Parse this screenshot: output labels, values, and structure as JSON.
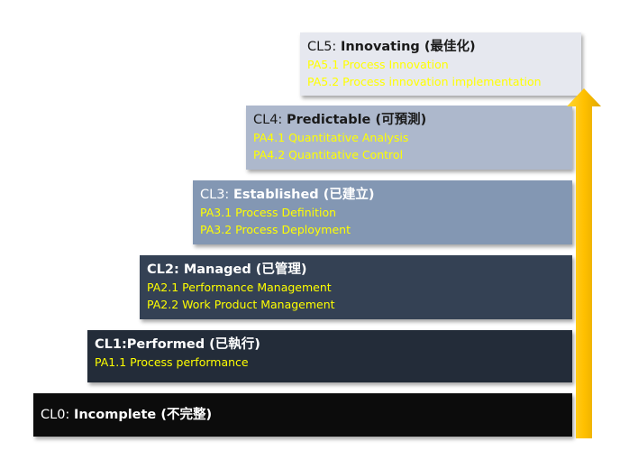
{
  "levels": [
    {
      "code": "CL0: ",
      "name": "Incomplete (不完整)",
      "items": []
    },
    {
      "code": "",
      "name": "CL1:Performed (已執行)",
      "items": [
        "PA1.1 Process performance"
      ]
    },
    {
      "code": "",
      "name": "CL2: Managed (已管理)",
      "items": [
        "PA2.1 Performance Management",
        "PA2.2 Work Product Management"
      ]
    },
    {
      "code": "CL3: ",
      "name": "Established (已建立)",
      "items": [
        "PA3.1 Process Definition",
        "PA3.2 Process Deployment"
      ]
    },
    {
      "code": "CL4: ",
      "name": "Predictable (可預測)",
      "items": [
        "PA4.1 Quantitative Analysis",
        "PA4.2 Quantitative Control"
      ]
    },
    {
      "code": "CL5: ",
      "name": "Innovating (最佳化)",
      "items": [
        "PA5.1 Process Innovation",
        "PA5.2 Process innovation implementation"
      ]
    }
  ],
  "colors": {
    "cl0": "#0c0c0c",
    "cl1": "#232c39",
    "cl2": "#344154",
    "cl3": "#8397b3",
    "cl4": "#adb8cc",
    "cl5": "#e6e8ef",
    "title_dark": "#1a1a1a",
    "title_light": "#ffffff",
    "pa_yellow": "#ffff00",
    "arrow": "#ffc000"
  }
}
